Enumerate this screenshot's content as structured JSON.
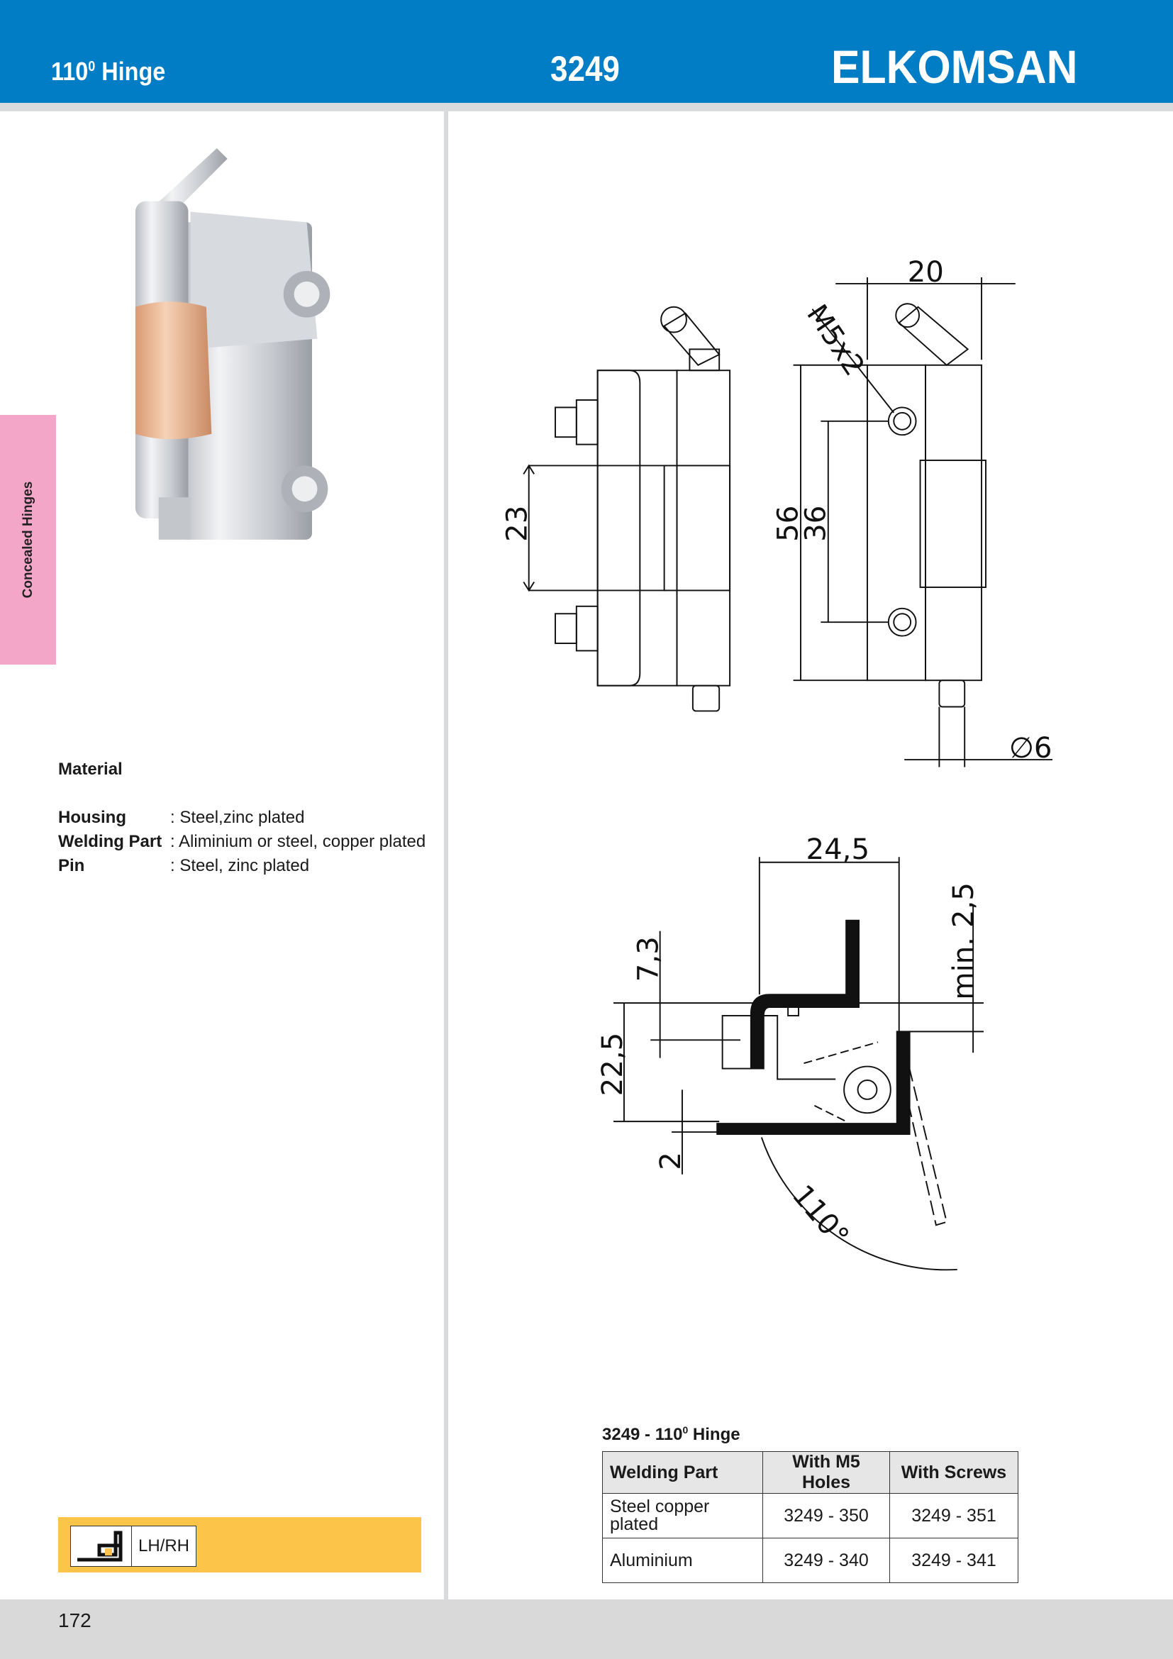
{
  "header": {
    "title": "110",
    "title_sup": "0",
    "title_rest": " Hinge",
    "code": "3249",
    "brand": "ELKOMSAN"
  },
  "sidetab": {
    "label": "Concealed Hinges"
  },
  "material": {
    "heading": "Material",
    "rows": [
      {
        "key": "Housing",
        "value": ": Steel,zinc plated"
      },
      {
        "key": "Welding Part",
        "value": ": Aliminium or steel, copper plated"
      },
      {
        "key": "Pin",
        "value": ": Steel, zinc plated"
      }
    ]
  },
  "drawing": {
    "dims": {
      "d20": "20",
      "m5": "M5x2",
      "d23": "23",
      "d56": "56",
      "d36": "36",
      "d6": "∅6",
      "d245": "24,5",
      "d73": "7,3",
      "d225": "22,5",
      "d2": "2",
      "min25": "min. 2,5",
      "angle": "110°"
    }
  },
  "table": {
    "title": "3249 - 110",
    "title_sup": "0",
    "title_rest": " Hinge",
    "headers": [
      "Welding Part",
      "With M5 Holes",
      "With Screws"
    ],
    "rows": [
      [
        "Steel copper plated",
        "3249 - 350",
        "3249 - 351"
      ],
      [
        "Aluminium",
        "3249 - 340",
        "3249 - 341"
      ]
    ]
  },
  "badges": {
    "orientation": "LH/RH",
    "mount_icon": "concealed-mount-icon"
  },
  "footer": {
    "page": "172"
  },
  "colors": {
    "header": "#007dc5",
    "sidetab": "#f4a6c9",
    "badge_bar": "#fcc549"
  }
}
